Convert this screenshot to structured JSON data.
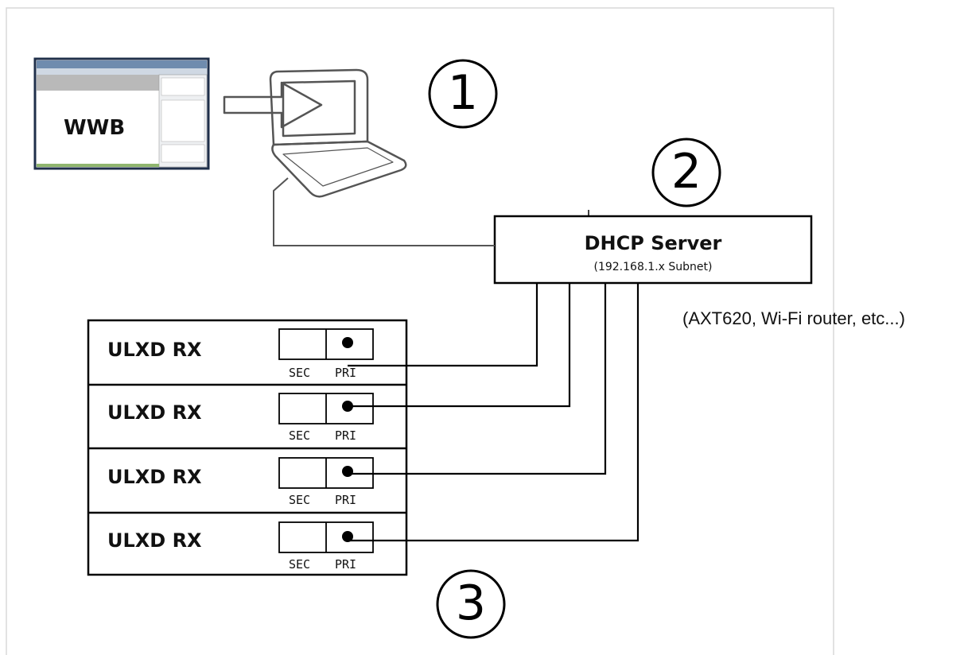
{
  "wwb": {
    "label": "WWB"
  },
  "steps": [
    "1",
    "2",
    "3"
  ],
  "dhcp": {
    "title": "DHCP Server",
    "subtitle": "(192.168.1.x Subnet)"
  },
  "dhcp_note": "(AXT620, Wi-Fi router, etc...)",
  "receivers": [
    {
      "name": "ULXD RX",
      "sec_label": "SEC",
      "pri_label": "PRI"
    },
    {
      "name": "ULXD RX",
      "sec_label": "SEC",
      "pri_label": "PRI"
    },
    {
      "name": "ULXD RX",
      "sec_label": "SEC",
      "pri_label": "PRI"
    },
    {
      "name": "ULXD RX",
      "sec_label": "SEC",
      "pri_label": "PRI"
    }
  ],
  "colors": {
    "line": "#000000",
    "frame": "#d9d9d9",
    "laptop": "#555555"
  }
}
